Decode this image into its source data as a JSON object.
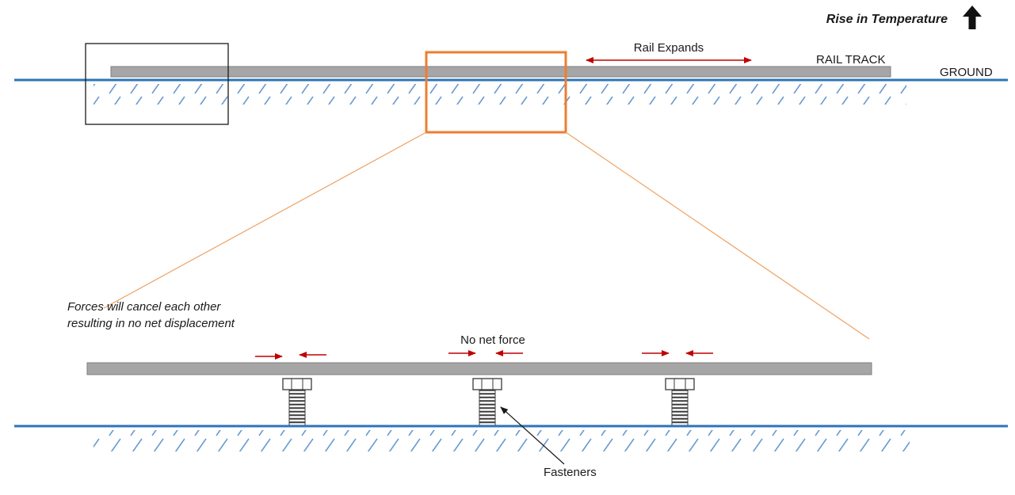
{
  "title": "Rail track thermal expansion diagram",
  "colors": {
    "rail_gray": "#A6A6A6",
    "rail_border": "#7F7F7F",
    "ground_blue": "#2E74B5",
    "hatch_blue": "#6B9BD2",
    "highlight_orange": "#ED7D31",
    "zoom_line_orange": "#EDA263",
    "arrow_red": "#C00000",
    "ink_black": "#1A1A1A",
    "bolt_fill": "#FDFDFD"
  },
  "top_section": {
    "rise_in_temperature": "Rise in Temperature",
    "rail_expands": "Rail Expands",
    "rail_track": "RAIL TRACK",
    "ground": "GROUND"
  },
  "detail_section": {
    "note_line1": "Forces will cancel each other",
    "note_line2": "resulting in no net displacement",
    "no_net_force": "No net force",
    "fasteners_label": "Fasteners"
  }
}
